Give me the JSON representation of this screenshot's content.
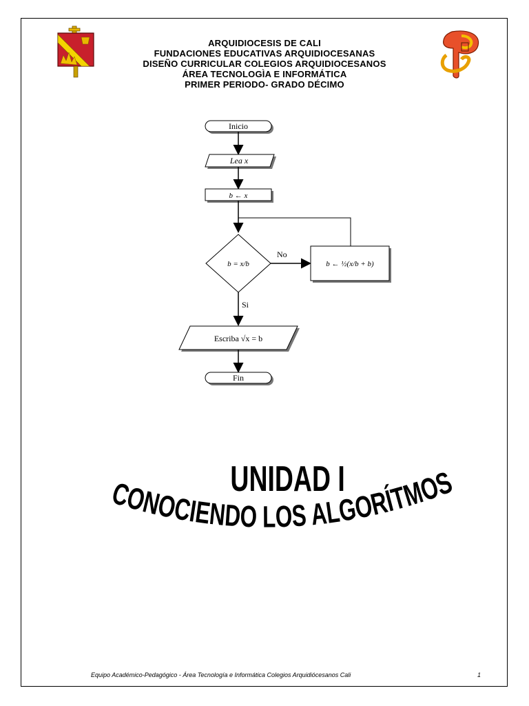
{
  "header": {
    "lines": [
      "ARQUIDIOCESIS DE CALI",
      "FUNDACIONES EDUCATIVAS  ARQUIDIOCESANAS",
      "DISEÑO CURRICULAR COLEGIOS ARQUIDIOCESANOS",
      "ÁREA TECNOLOGÌA E INFORMÁTICA",
      "PRIMER PERIODO- GRADO DÉCIMO"
    ]
  },
  "flowchart": {
    "start": "Inicio",
    "read": "Lea x",
    "assign": "b ← x",
    "decision": "b = x/b",
    "update": "b ← ½(x/b + b)",
    "no_label": "No",
    "yes_label": "Si",
    "write": "Escriba √x = b",
    "end": "Fin"
  },
  "title": {
    "line1": "UNIDAD I",
    "line2": "CONOCIENDO LOS ALGORÍTMOS"
  },
  "footer": {
    "text": "Equipo Académico-Pedagógico - Área Tecnología e Informática  Colegios Arquidiócesanos Cali",
    "page": "1"
  },
  "colors": {
    "crest_red": "#c8202c",
    "crest_gold": "#e8b800",
    "logo_orange": "#e8502a"
  }
}
